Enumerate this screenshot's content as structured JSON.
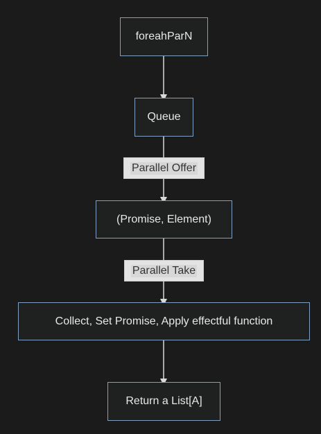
{
  "diagram": {
    "nodes": {
      "start": "foreahParN",
      "queue": "Queue",
      "pair": "(Promise, Element)",
      "collect": "Collect, Set Promise, Apply effectful function",
      "result": "Return a List[A]"
    },
    "edge_labels": {
      "offer": "Parallel Offer",
      "take": "Parallel Take"
    },
    "colors": {
      "background": "#1b1b1b",
      "node_fill": "#1f2020",
      "node_border": "#81a0bf",
      "node_text": "#e8e8e8",
      "edge": "#d9d9d9",
      "label_fill": "#e3e3e3",
      "label_text": "#333333"
    }
  }
}
